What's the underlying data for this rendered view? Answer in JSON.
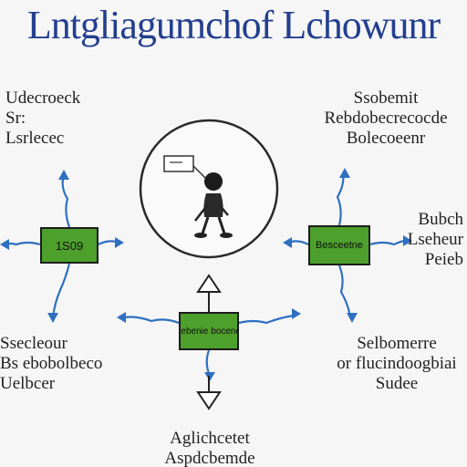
{
  "title": "Lntgliagumchof Lchowunr",
  "labels": {
    "top_left": [
      "Udecroeck",
      "Sr:",
      "Lsrlecec"
    ],
    "top_right": [
      "Ssobemit",
      "Rebdobecrecocde",
      "Bolecoeenr"
    ],
    "right": [
      "Bubch",
      "Lseheur",
      "Peieb"
    ],
    "bottom_left": [
      "Ssecleour",
      "Bs ebobolbeco",
      "Uelbcer"
    ],
    "bottom_right": [
      "Selbomerre",
      "or flucindoogbiai",
      "Sudee"
    ],
    "bottom": [
      "Aglichcetet",
      "Aspdcbemde"
    ]
  },
  "nodes": {
    "left": "1S09",
    "right": "Besceetne",
    "bottom": "Bodiebenie bocencecu"
  },
  "colors": {
    "title": "#233f8f",
    "node_fill": "#4da02c",
    "arrow": "#2e6fc0",
    "outline": "#1c1c1c"
  },
  "icons": {
    "center": "person-with-sign-icon"
  }
}
